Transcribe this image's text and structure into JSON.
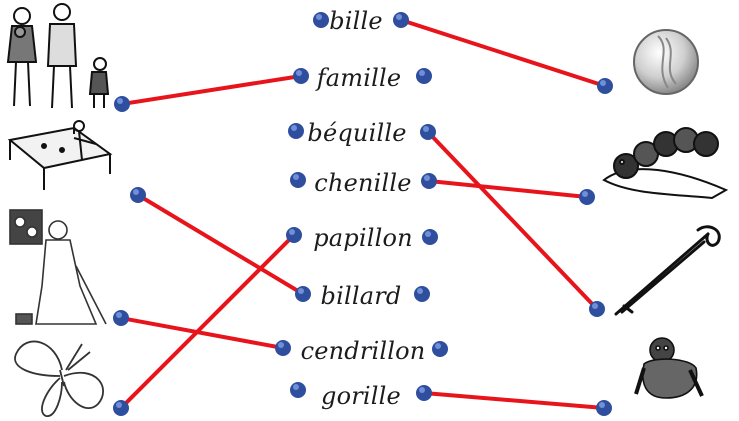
{
  "exercise": {
    "words": [
      "bille",
      "famille",
      "béquille",
      "chenille",
      "papillon",
      "billard",
      "cendrillon",
      "gorille"
    ],
    "pictures_left": [
      "family-picture",
      "billiard-table-picture",
      "cinderella-picture",
      "butterfly-picture"
    ],
    "pictures_right": [
      "marble-picture",
      "caterpillar-picture",
      "crutch-picture",
      "gorilla-picture"
    ],
    "connections": [
      {
        "word": "bille",
        "picture": "marble-picture"
      },
      {
        "word": "famille",
        "picture": "family-picture"
      },
      {
        "word": "chenille",
        "picture": "caterpillar-picture"
      },
      {
        "word": "béquille",
        "picture": "crutch-picture"
      },
      {
        "word": "billard",
        "picture": "billiard-table-picture"
      },
      {
        "word": "papillon",
        "picture": "butterfly-picture"
      },
      {
        "word": "cendrillon",
        "picture": "cinderella-picture"
      },
      {
        "word": "gorille",
        "picture": "gorilla-picture"
      }
    ]
  },
  "colors": {
    "dot": "#2f4f9e",
    "dot_highlight": "#6f8fd6",
    "line": "#e8141b",
    "ink": "#1c1c1c"
  }
}
